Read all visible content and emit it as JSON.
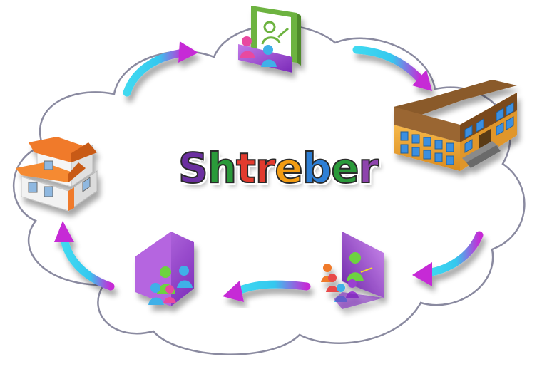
{
  "logo": {
    "text": "Shtreber",
    "letter_colors": [
      "#6b2fa0",
      "#2a9a3a",
      "#e23b2e",
      "#e23b2e",
      "#f39c12",
      "#2d7fd6",
      "#2a9a3a",
      "#8e44ad"
    ]
  },
  "nodes": [
    {
      "id": "teacher-board",
      "icon": "teacher-board-icon"
    },
    {
      "id": "school",
      "icon": "school-building-icon"
    },
    {
      "id": "classroom",
      "icon": "classroom-presentation-icon"
    },
    {
      "id": "group",
      "icon": "student-group-icon"
    },
    {
      "id": "home",
      "icon": "house-icon"
    }
  ],
  "colors": {
    "cloud_stroke": "#8a8aa0",
    "arrow_start": "#3fd9f0",
    "arrow_end": "#c62bd6",
    "board_green": "#6db33f",
    "building_orange": "#f0a030",
    "roof_orange": "#f07a2a",
    "purple": "#9a3fd0"
  }
}
